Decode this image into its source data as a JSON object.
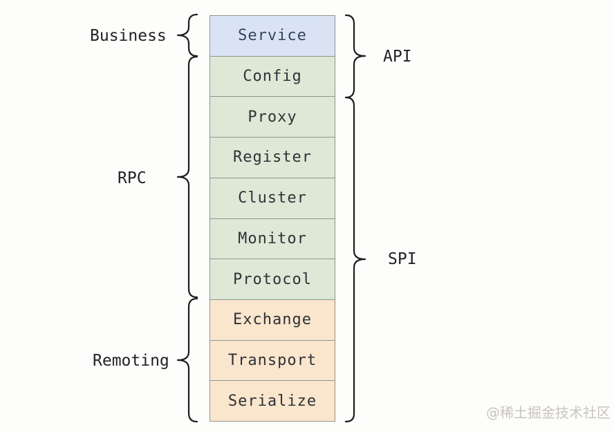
{
  "layers": [
    {
      "label": "Service",
      "fill": "#d9e3f4",
      "tone": "blue"
    },
    {
      "label": "Config",
      "fill": "#dde9d6",
      "tone": "green"
    },
    {
      "label": "Proxy",
      "fill": "#dde9d6",
      "tone": "green"
    },
    {
      "label": "Register",
      "fill": "#dde9d6",
      "tone": "green"
    },
    {
      "label": "Cluster",
      "fill": "#dde9d6",
      "tone": "green"
    },
    {
      "label": "Monitor",
      "fill": "#dde9d6",
      "tone": "green"
    },
    {
      "label": "Protocol",
      "fill": "#dde9d6",
      "tone": "green"
    },
    {
      "label": "Exchange",
      "fill": "#fae5cd",
      "tone": "orange"
    },
    {
      "label": "Transport",
      "fill": "#fae5cd",
      "tone": "orange"
    },
    {
      "label": "Serialize",
      "fill": "#fae5cd",
      "tone": "orange"
    }
  ],
  "left_groups": [
    {
      "label": "Business",
      "spans": [
        "Service"
      ]
    },
    {
      "label": "RPC",
      "spans": [
        "Config",
        "Proxy",
        "Register",
        "Cluster",
        "Monitor",
        "Protocol"
      ]
    },
    {
      "label": "Remoting",
      "spans": [
        "Exchange",
        "Transport",
        "Serialize"
      ]
    }
  ],
  "right_groups": [
    {
      "label": "API",
      "spans": [
        "Service",
        "Config"
      ]
    },
    {
      "label": "SPI",
      "spans": [
        "Proxy",
        "Register",
        "Cluster",
        "Monitor",
        "Protocol",
        "Exchange",
        "Transport",
        "Serialize"
      ]
    }
  ],
  "watermark": "@稀土掘金技术社区",
  "colors": {
    "background": "#fdfdfc",
    "border": "#8e948e",
    "brace": "#1c1c1c",
    "service_fill": "#d9e3f4",
    "green_fill": "#dde9d6",
    "orange_fill": "#fae5cd",
    "watermark_text": "#c8c4bf"
  }
}
